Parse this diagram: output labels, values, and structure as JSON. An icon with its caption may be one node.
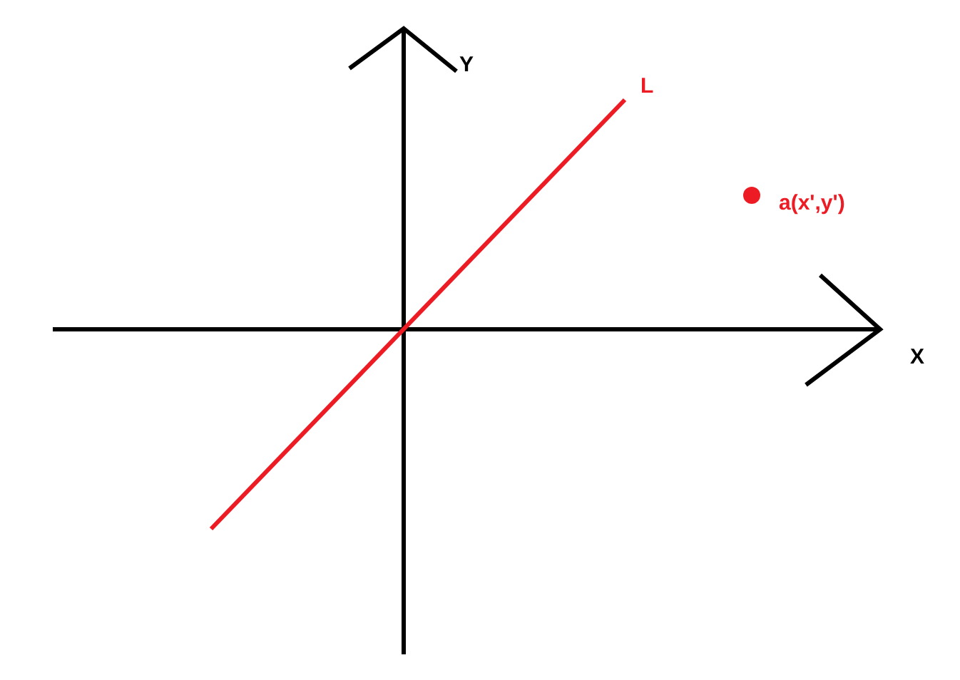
{
  "diagram": {
    "labels": [
      "Y",
      "L",
      "a(x',y')",
      "X"
    ]
  }
}
